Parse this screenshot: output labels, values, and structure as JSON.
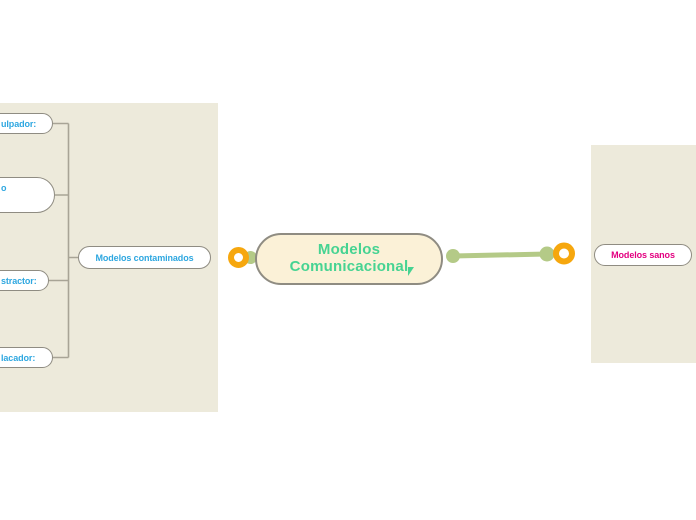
{
  "canvas": {
    "background_color": "#ffffff",
    "branch_panel_color": "#edeadb"
  },
  "central_topic": {
    "label": "Modelos Comunicacional",
    "text_color": "#46d392",
    "fill_color": "#fbf1d7",
    "border_color": "#8f8c82"
  },
  "left_branch": {
    "topic": {
      "label": "Modelos contaminados",
      "text_color": "#2ea7e0"
    },
    "subtopics": [
      {
        "label": "ulpador:",
        "text_color": "#2ea7e0"
      },
      {
        "label": "o",
        "text_color": "#2ea7e0"
      },
      {
        "label": "stractor:",
        "text_color": "#2ea7e0"
      },
      {
        "label": "lacador:",
        "text_color": "#2ea7e0"
      }
    ]
  },
  "right_branch": {
    "topic": {
      "label": "Modelos sanos",
      "text_color": "#e30080"
    }
  },
  "connectors": {
    "tree_line_color": "#a8a496",
    "link_color": "#b4ca87",
    "anchor_ring_color": "#f6a70e",
    "anchor_ring_fill": "#ffffff"
  }
}
